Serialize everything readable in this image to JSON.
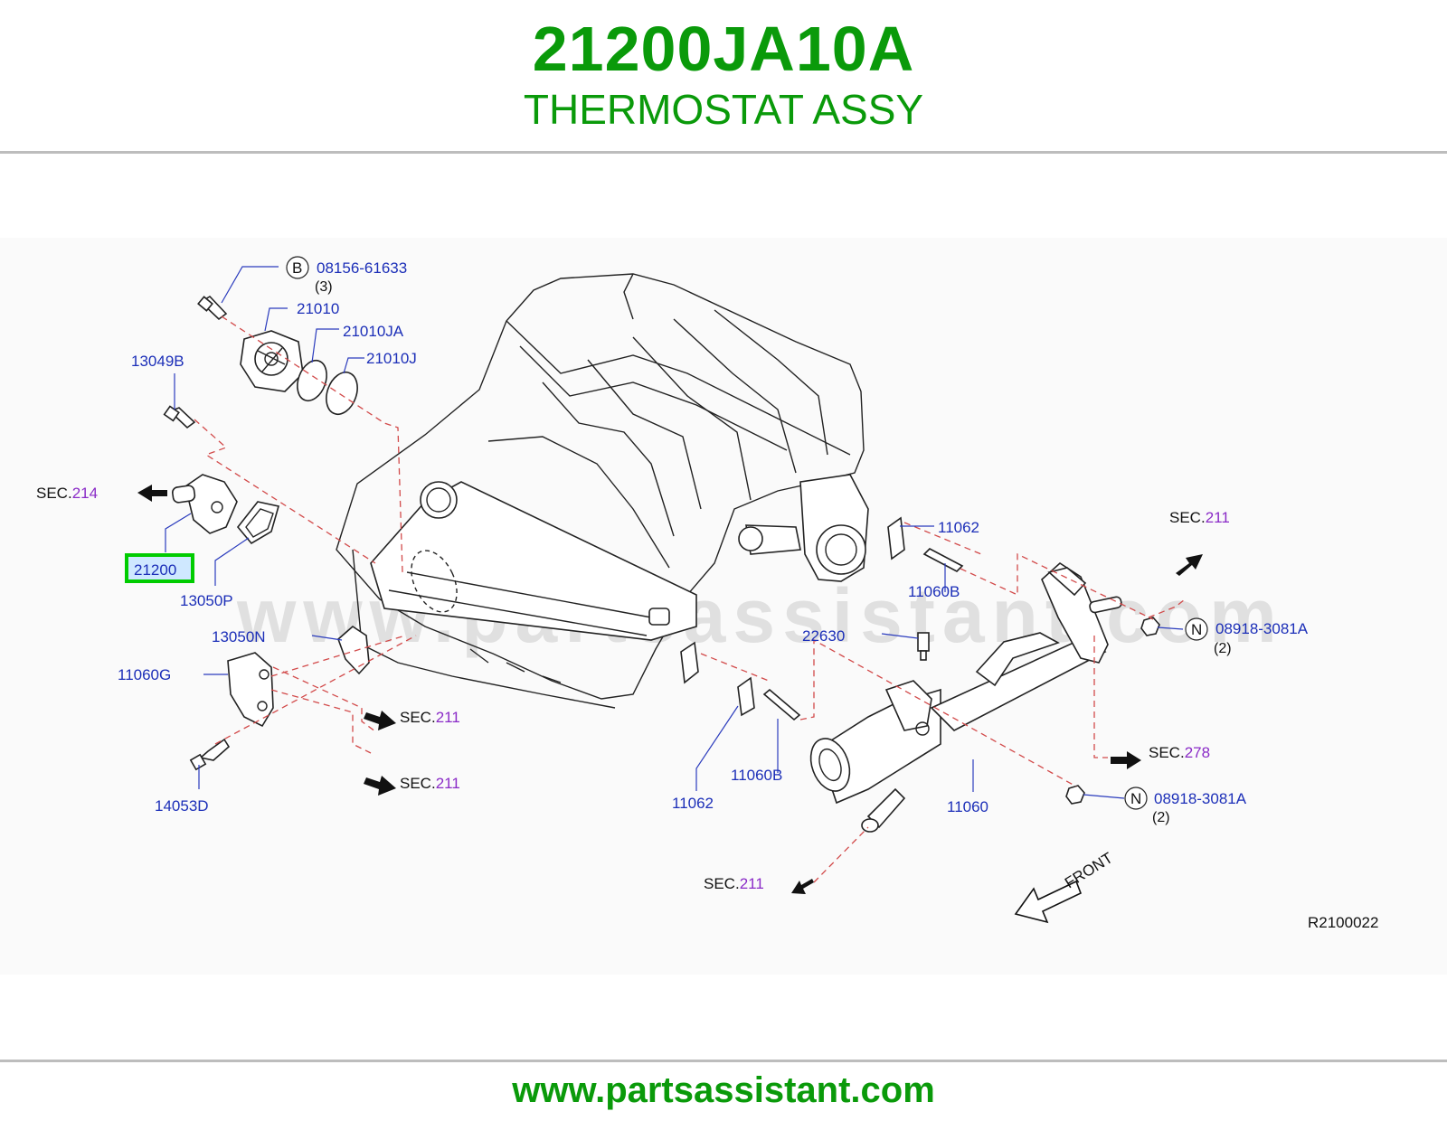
{
  "header": {
    "part_number": "21200JA10A",
    "part_name": "THERMOSTAT ASSY"
  },
  "watermark": "www.partsassistant.com",
  "footer": {
    "url": "www.partsassistant.com"
  },
  "diagram": {
    "ref_code": "R2100022",
    "front_label": "FRONT",
    "sec_prefix": "SEC.",
    "callouts": [
      {
        "id": "08156-61633",
        "symbol": "B",
        "qty": "(3)"
      },
      {
        "id": "21010"
      },
      {
        "id": "21010JA"
      },
      {
        "id": "21010J"
      },
      {
        "id": "13049B"
      },
      {
        "id": "21200",
        "highlighted": true,
        "highlight_color": "#00cc00"
      },
      {
        "id": "13050P"
      },
      {
        "id": "13050N"
      },
      {
        "id": "11060G"
      },
      {
        "id": "14053D"
      },
      {
        "id": "11062",
        "note": "upper"
      },
      {
        "id": "11060B",
        "note": "upper"
      },
      {
        "id": "22630"
      },
      {
        "id": "11062",
        "note": "lower"
      },
      {
        "id": "11060B",
        "note": "lower"
      },
      {
        "id": "11060"
      },
      {
        "id": "08918-3081A",
        "symbol": "N",
        "qty": "(2)",
        "note": "upper"
      },
      {
        "id": "08918-3081A",
        "symbol": "N",
        "qty": "(2)",
        "note": "lower"
      }
    ],
    "sections": [
      {
        "num": "214"
      },
      {
        "num": "211"
      },
      {
        "num": "211"
      },
      {
        "num": "211"
      },
      {
        "num": "211"
      },
      {
        "num": "278"
      }
    ]
  },
  "colors": {
    "brand_green": "#0a9a0a",
    "part_number_blue": "#1c2fb8",
    "section_purple": "#8a2bc7",
    "dash_red": "#d24a4a"
  }
}
